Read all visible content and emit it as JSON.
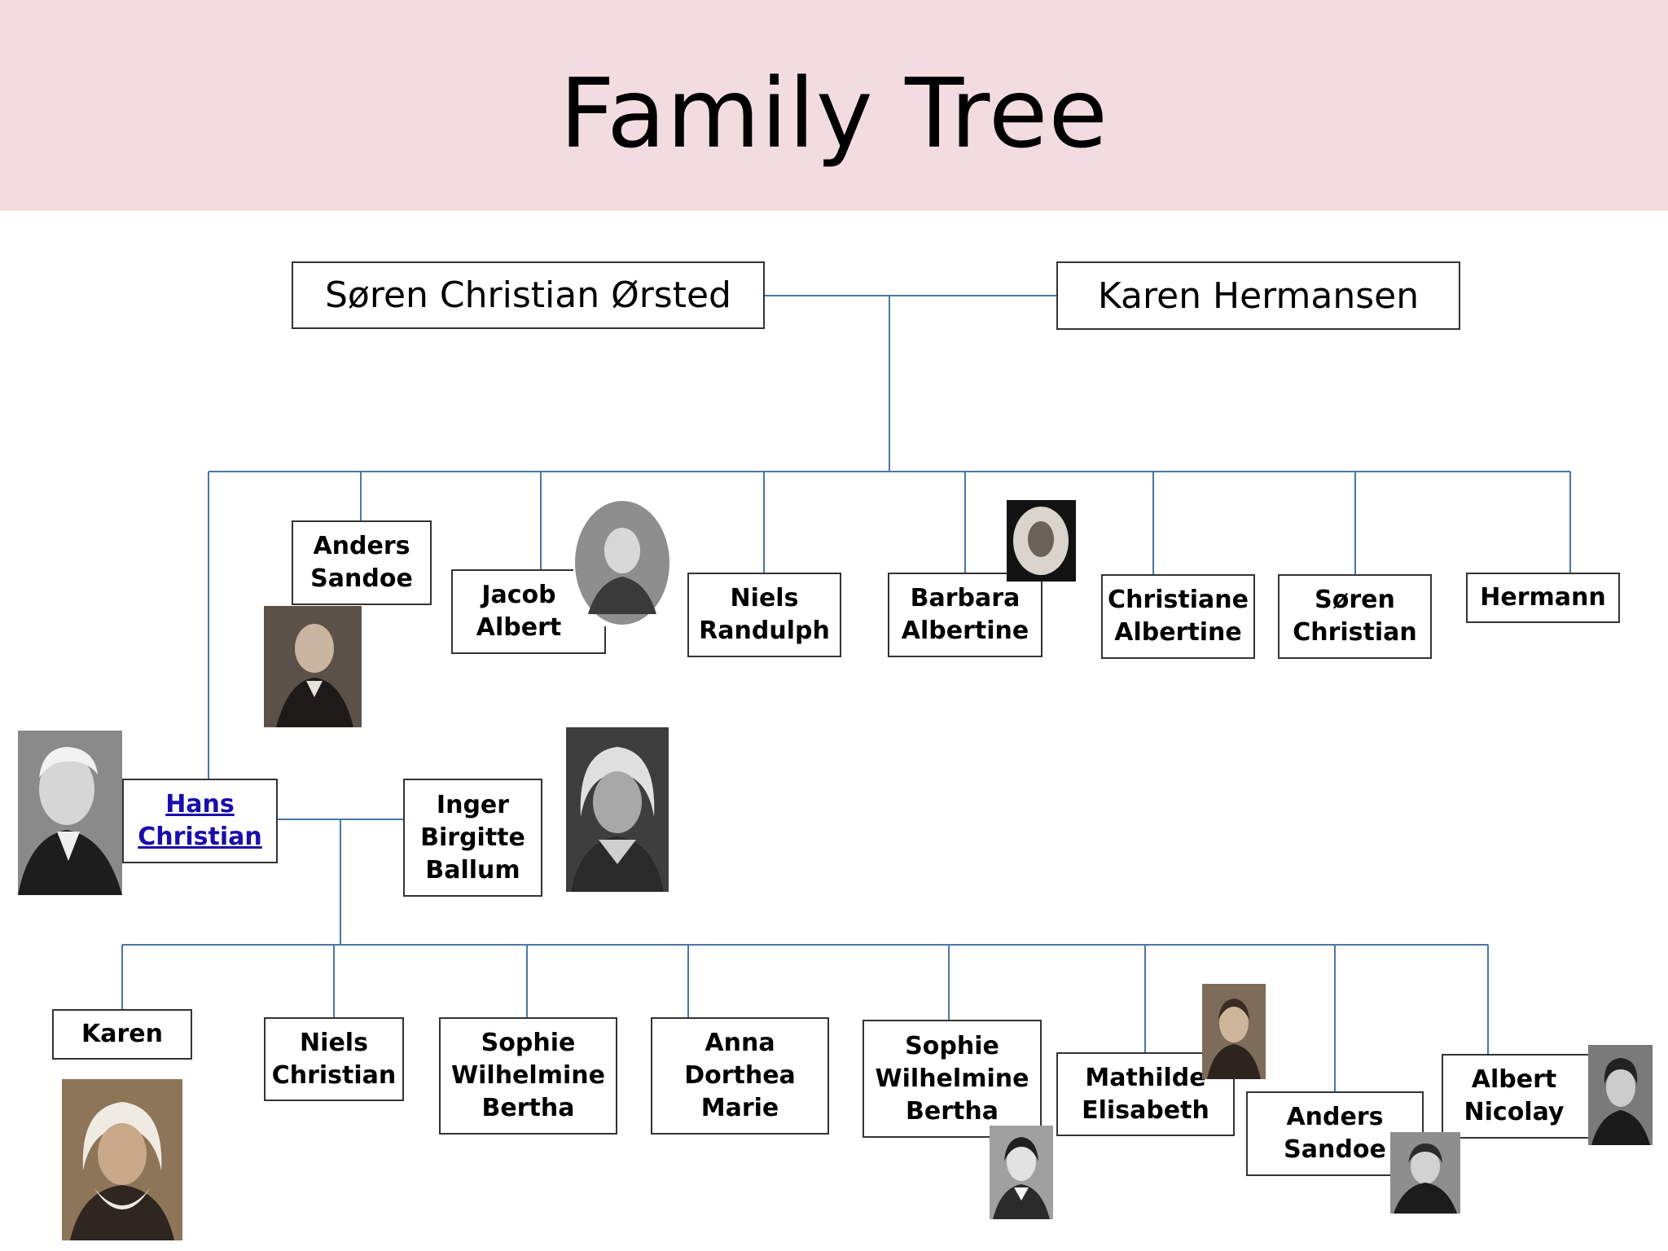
{
  "title": "Family Tree",
  "parents": [
    "Søren Christian Ørsted",
    "Karen Hermansen"
  ],
  "children": [
    {
      "name": "Anders Sandoe"
    },
    {
      "name": "Jacob Albert"
    },
    {
      "name": "Niels Randulph"
    },
    {
      "name": "Barbara Albertine"
    },
    {
      "name": "Christiane Albertine"
    },
    {
      "name": "Søren Christian"
    },
    {
      "name": "Hermann"
    }
  ],
  "hans": {
    "first": "Hans",
    "last": "Christian"
  },
  "spouse": "Inger Birgitte Ballum",
  "grandchildren": [
    {
      "name": "Karen"
    },
    {
      "name": "Niels Christian"
    },
    {
      "name": "Sophie Wilhelmine Bertha"
    },
    {
      "name": "Anna Dorthea Marie"
    },
    {
      "name": "Sophie Wilhelmine Bertha"
    },
    {
      "name": "Mathilde Elisabeth"
    },
    {
      "name": "Anders Sandoe"
    },
    {
      "name": "Albert Nicolay"
    }
  ],
  "colors": {
    "title_band": "#f2dcdf",
    "connector": "#4a76a8",
    "box_border": "#333333",
    "link": "#1a0dab"
  }
}
